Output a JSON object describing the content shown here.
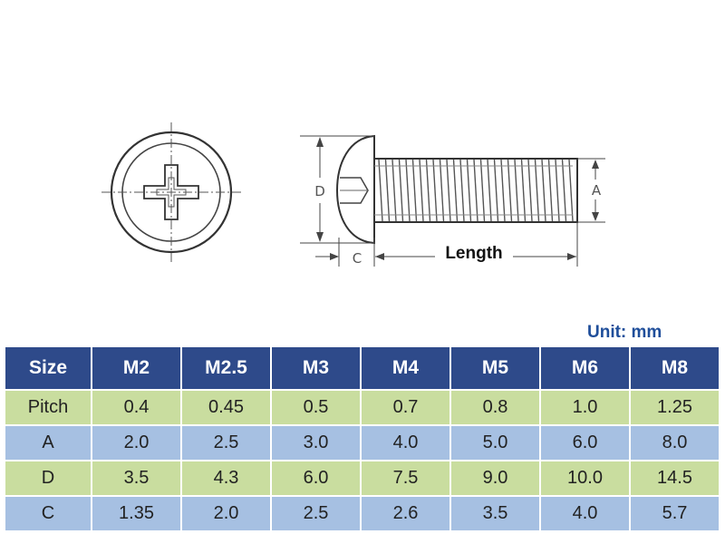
{
  "diagram": {
    "labels": {
      "d": "D",
      "a": "A",
      "c": "C",
      "length": "Length"
    }
  },
  "unit_label": "Unit: mm",
  "table": {
    "headers": [
      "Size",
      "M2",
      "M2.5",
      "M3",
      "M4",
      "M5",
      "M6",
      "M8"
    ],
    "rows": [
      {
        "label": "Pitch",
        "values": [
          "0.4",
          "0.45",
          "0.5",
          "0.7",
          "0.8",
          "1.0",
          "1.25"
        ],
        "color": "#c9dd9f"
      },
      {
        "label": "A",
        "values": [
          "2.0",
          "2.5",
          "3.0",
          "4.0",
          "5.0",
          "6.0",
          "8.0"
        ],
        "color": "#a6c0e2"
      },
      {
        "label": "D",
        "values": [
          "3.5",
          "4.3",
          "6.0",
          "7.5",
          "9.0",
          "10.0",
          "14.5"
        ],
        "color": "#c9dd9f"
      },
      {
        "label": "C",
        "values": [
          "1.35",
          "2.0",
          "2.5",
          "2.6",
          "3.5",
          "4.0",
          "5.7"
        ],
        "color": "#a6c0e2"
      }
    ]
  },
  "colors": {
    "header_bg": "#2e4a8a",
    "row_green": "#c9dd9f",
    "row_blue": "#a6c0e2",
    "unit_text": "#1f4e9a"
  }
}
